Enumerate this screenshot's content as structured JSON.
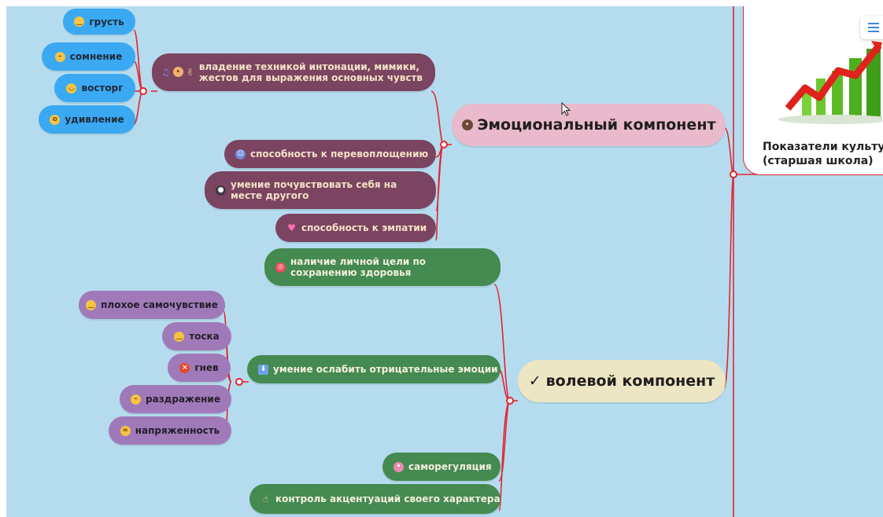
{
  "central": {
    "emotional": {
      "label": "Эмоциональный компонент",
      "icon": "person-emoji-icon"
    },
    "volitional": {
      "label": "волевой компонент",
      "icon": "check-mark-icon",
      "prefix": "✓"
    }
  },
  "emotional_branches": [
    {
      "label": "владение техникой интонации, мимики, жестов для выражения основных чувств",
      "icons": [
        "music-note-icon",
        "person-face-icon",
        "victory-hand-icon"
      ]
    },
    {
      "label": "способность к перевоплощению",
      "icons": [
        "theater-masks-icon"
      ]
    },
    {
      "label": "умение почувствовать себя на месте другого",
      "icons": [
        "silhouette-icon"
      ]
    },
    {
      "label": "способность к эмпатии",
      "icons": [
        "two-hearts-icon"
      ]
    }
  ],
  "feelings": [
    {
      "label": "грусть",
      "icon": "sad-face-icon"
    },
    {
      "label": "сомнение",
      "icon": "neutral-face-icon"
    },
    {
      "label": "восторг",
      "icon": "grin-face-icon"
    },
    {
      "label": "удивление",
      "icon": "surprised-face-icon"
    }
  ],
  "volitional_branches": [
    {
      "label": "наличие личной цели по сохранению здоровья",
      "icon": "target-icon"
    },
    {
      "label": "умение ослабить отрицательные эмоции",
      "icon": "down-arrow-icon"
    },
    {
      "label": "саморегуляция",
      "icon": "person-gesture-icon"
    },
    {
      "label": "контроль акцентуаций своего характера",
      "icon": "pointing-hand-icon"
    }
  ],
  "negative_emotions": [
    {
      "label": "плохое самочувствие",
      "icon": "unwell-face-icon"
    },
    {
      "label": "тоска",
      "icon": "sad-face-icon"
    },
    {
      "label": "гнев",
      "icon": "angry-face-icon"
    },
    {
      "label": "раздражение",
      "icon": "neutral-face-icon"
    },
    {
      "label": "напряженность",
      "icon": "tense-face-icon"
    }
  ],
  "card": {
    "caption": "Показатели культуры\n(старшая школа)",
    "image": "growth-chart-image-icon",
    "menu_icon": "hamburger-menu-icon"
  },
  "colors": {
    "background": "#b5dcee",
    "connector": "#e22630",
    "feeling_node": "#3aa9f2",
    "emotional_branch": "#7b4460",
    "volitional_branch": "#448a51",
    "negative_node": "#a07ab8",
    "emotional_center": "#e9b9cc",
    "volitional_center": "#ece6c4"
  }
}
